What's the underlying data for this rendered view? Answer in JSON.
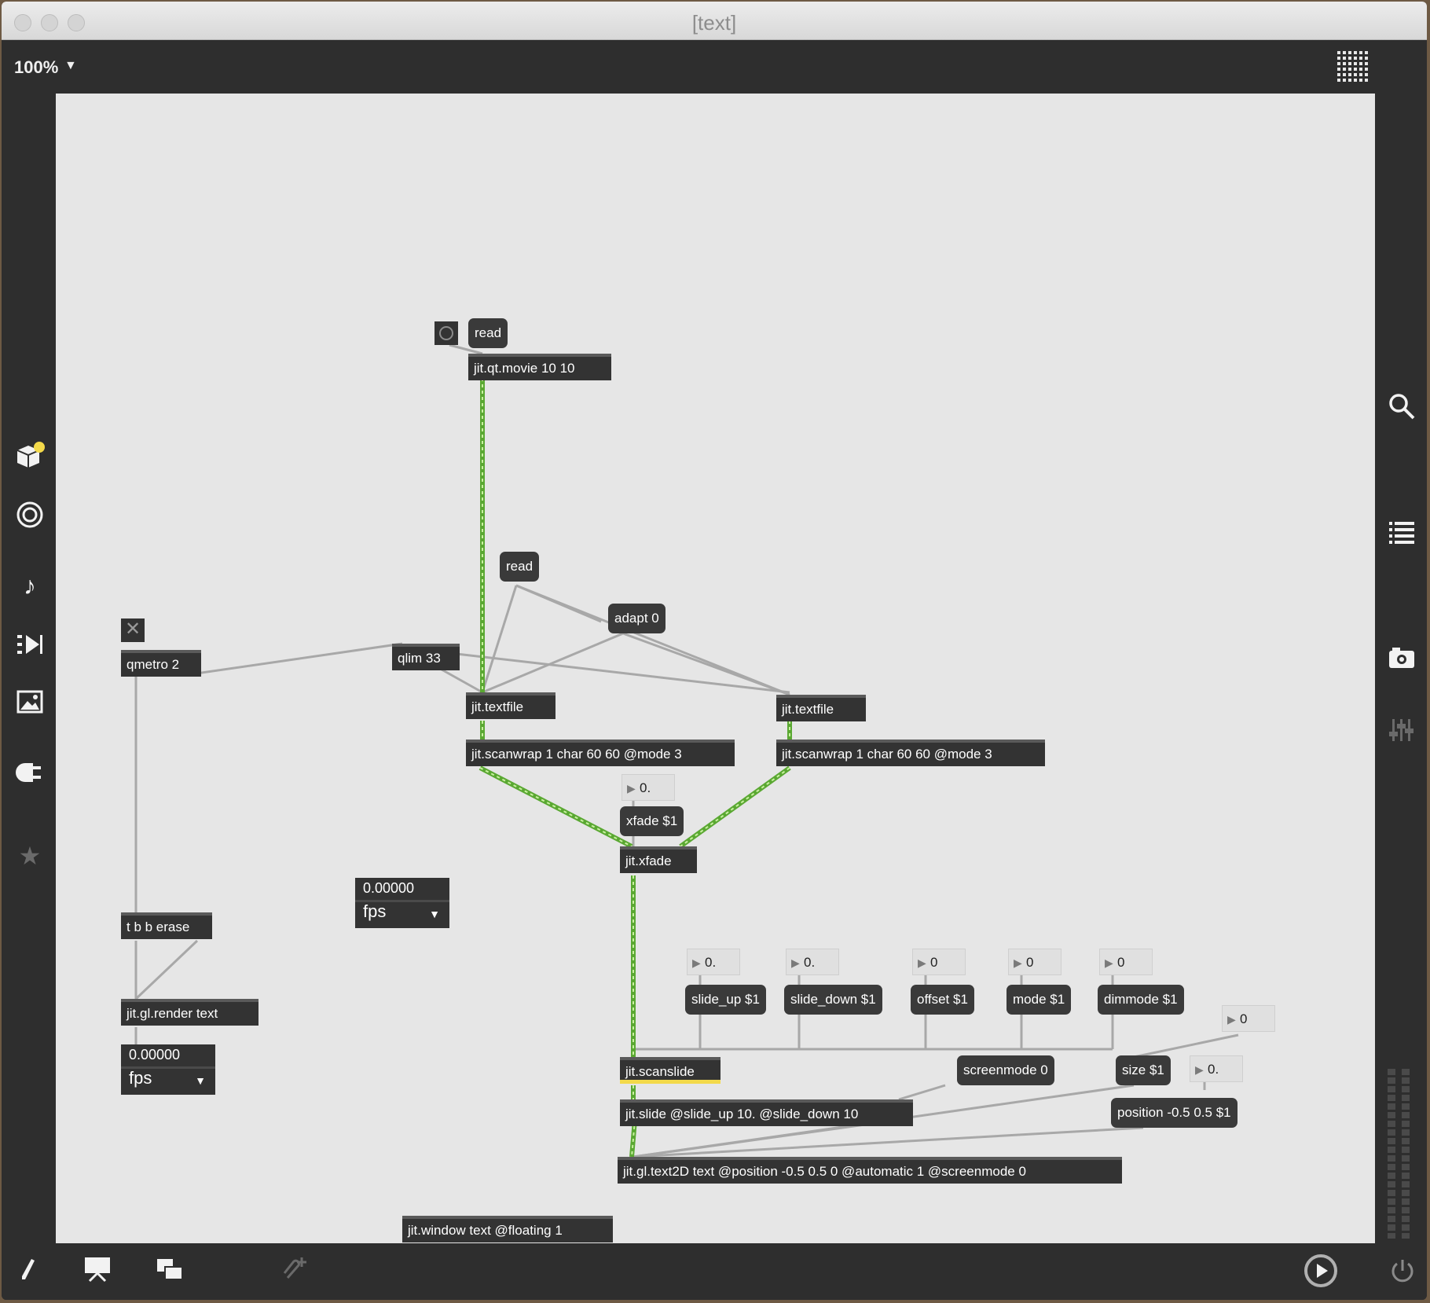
{
  "window": {
    "title": "[text]"
  },
  "toolbar": {
    "zoom": "100%"
  },
  "icons": {
    "left": [
      "cube-icon",
      "target-icon",
      "music-note-icon",
      "video-clip-icon",
      "image-icon",
      "plug-icon",
      "star-icon"
    ],
    "right": [
      "search-icon",
      "list-icon",
      "camera-icon",
      "mixer-icon"
    ],
    "bottom": [
      "edit-pencil-icon",
      "presentation-icon",
      "windows-icon",
      "paperclip-add-icon",
      "play-icon",
      "power-icon"
    ]
  },
  "colors": {
    "patch_bg": "#e6e6e6",
    "object_bg": "#333333",
    "signal_cord": "#8bd35a",
    "selected": "#f3d94a"
  },
  "patch": {
    "read_top": "read",
    "qtmovie": "jit.qt.movie 10 10",
    "read_mid": "read",
    "adapt": "adapt 0",
    "toggle_glyph": "✕",
    "qmetro": "qmetro 2",
    "qlim": "qlim 33",
    "textfile1": "jit.textfile",
    "textfile2": "jit.textfile",
    "scanwrap1": "jit.scanwrap 1 char 60 60 @mode 3",
    "scanwrap2": "jit.scanwrap 1 char 60 60 @mode 3",
    "xfade_num": "0.",
    "xfade_msg": "xfade $1",
    "xfade": "jit.xfade",
    "fps1": {
      "value": "0.00000",
      "unit": "fps"
    },
    "tbb": "t b b erase",
    "render": "jit.gl.render text",
    "fps2": {
      "value": "0.00000",
      "unit": "fps"
    },
    "num_slide_up": "0.",
    "num_slide_down": "0.",
    "num_offset": "0",
    "num_mode": "0",
    "num_dimmode": "0",
    "num_size": "0",
    "num_position": "0.",
    "msg_slide_up": "slide_up $1",
    "msg_slide_down": "slide_down $1",
    "msg_offset": "offset $1",
    "msg_mode": "mode $1",
    "msg_dimmode": "dimmode $1",
    "scanslide": "jit.scanslide",
    "screenmode": "screenmode 0",
    "size": "size $1",
    "slide": "jit.slide @slide_up 10. @slide_down 10",
    "position": "position -0.5 0.5 $1",
    "text2d": "jit.gl.text2D text @position -0.5 0.5 0 @automatic 1 @screenmode 0",
    "window_obj": "jit.window text @floating 1"
  }
}
